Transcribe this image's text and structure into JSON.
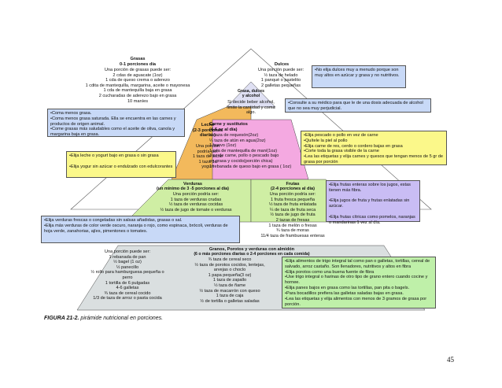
{
  "fats": {
    "title": "Grasas",
    "subtitle": "0-1 porciones día",
    "body": "Una porción de grasas puede ser:\n2 cdas de aguacate (1oz)\n1 cda de queso crema o aderezo\n1 cdita de mantequilla, margarina, aceite o mayonesa\n1 cda de mantequilla baja en grasa\n2 cucharadas de aderezo bajo en grasa\n10 maníes"
  },
  "sweets": {
    "title": "Dulces",
    "body": "Una porción puede ser:\n½ taza de helado\n1 panqué o pastelito\n2 galletas pequeñas"
  },
  "tip": {
    "title": "Grasa, dulces\ny alcohol",
    "body": "Si decide beber alcohol,\nlimite la cantidad y coma\nalgo."
  },
  "notes": {
    "fats_tips": "•Coma menos grasa.\n•Coma menos grasa saturada. Ella se encuentra en las carnes y productos de origen animal.\n•Come grasas más saludables como el aceite de oliva, canola y margarina baja en grasa.",
    "sweets_tips": "•No elija dulces muy a menudo porque son muy altos en azúcar y grasa y no nutritivos.",
    "alcohol_tips": "•Consulte a su médico para que le de una dosis adecuada de alcohol que no sea muy perjudicial.",
    "milk_tips": "•Elija leche o yogurt bajo en grasa o sin grasa\n\n•Elija yogur sin azúcar o endulzado con edulcorantes",
    "meat_tips": "•Elija pescado o pollo en vez de carne\n•Quítele la piel al pollo\n•Elija carne de res, cerdo o cordero bajas en grasa\n•Corte toda la grasa visible de la carne\n•Lea las etiquetas y elija carnes y quesos que tengan menos de 5 gr de grasa por porción",
    "fruit_tips": "•Elija frutas enteras sobre los jugos, estas tienen más fibra.\n\n•Elija jugos de fruta y frutas enlatadas sin azúcar.\n\n•Elija frutas cítricas como pomelos, naranjas o mandarinas 1 vez al día.",
    "veg_tips": "•Elija verduras frescas o congeladas sin salsas añadidas, grasas o sal.\n•Elija más verduras de color verde oscuro, naranja o rojo, como espinaca, brócoli, verduras de hoja verde, zanahorias, ajíes, pimentones o tomates.",
    "grain_tips": "•Elija alimentos de trigo integral tal como pan o galletas, tortillas, cereal de salvado, arroz castaño. Son llenadores, nutritivos y altos en fibra\n•Elija porotos como una buena fuente de fibra\n•Use trigo integral o harinas de otro tipo de grano entero cuando cocine y hornee.\n•Elija panes bajos en grasa como las tortillas, pan pita o bagels.\n•Para bocadillos prefiera las galletas saladas bajas en grasa.\n•Lea las etiquetas y elija alimentos con menos de 3 gramos de grasa por porción."
  },
  "milk": {
    "title": "Leche\n(2-3 porciones\ndiarias)",
    "body": "Una porción\npodría ser:\n1 taza de leche\n1 taza de\nyogurt"
  },
  "meat": {
    "title": "Carne y sustitutos\n(4-6 oz al día)",
    "body": "½ taza de requesón(2oz)\n¼ taza de atún en agua(2oz)\n1 huevo (1oz)\n1 cda de mantequilla de maní(1oz)\n3 oz de carne, pollo o pescado bajo\nen grasa y cocido(porción chica)\n1 rebanada de queso bajo en grasa ( 1oz)"
  },
  "veg": {
    "title": "Verduras",
    "subtitle": "(un mínimo de 3 -5 porciones al día)",
    "body": "Una porción podría ser:\n1 taza de verduras crudas\n½ taza de verduras cocidas\n½ taza de jugo de tomate o verduras"
  },
  "fruit": {
    "title": "Frutas",
    "subtitle": "(2-4 porciones al día)",
    "body": "Una porción podría ser:\n1 fruta fresca pequeña\n½ taza de fruta enlatada\n¼ de taza de fruta seca\n½ taza de jugo de fruta\n2 tazas de fresas\n1 taza de melón o fresas\n¾ taza de moras\n11/4 taza de frambuesas enteras"
  },
  "grains": {
    "title": "Granos, Porotos y verduras con almidón",
    "subtitle": "(6 o más porciones diarias o 2-4 porciones en cada comida)",
    "left_body": "Una porción puede ser:\n1 rebanada de pan\n½ bagel (1 oz)\n½ panecillo\n½ rollo para hamburguesa pequeña o\nperro\n1 tortilla de 6 pulgadas\n4-6 galletas\n¾ taza de cereal cocido\n1/3 de taza de arroz o pasta cocida",
    "right_body": "¾ taza de cereal seco\n½ taza de porotos cocidos, lentejas,\narvejas o choclo\n1 papa pequeña(3 oz)\n1 taza de zapallo\n½ taza de ñame\n½ taza de macarrón con queso\n1 taza de caja\n½ de tortilla o galletas saladas"
  },
  "caption": {
    "label": "FIGURA 21-2.",
    "text": " pirámide nutricional en porciones."
  },
  "page_number": "45",
  "colors": {
    "fats_band": "#c8e6f5",
    "milk_band": "#f3b95c",
    "meat_band": "#f4a9e1",
    "veg_fruit_band": "#cfeea4",
    "grain_band": "#dadfe0",
    "note_blue": "#c8d9f7",
    "note_yellow": "#fbf88a",
    "note_purple": "#c9bdf4",
    "note_green": "#bff0a9",
    "note_pink": "#f6c4e9"
  }
}
